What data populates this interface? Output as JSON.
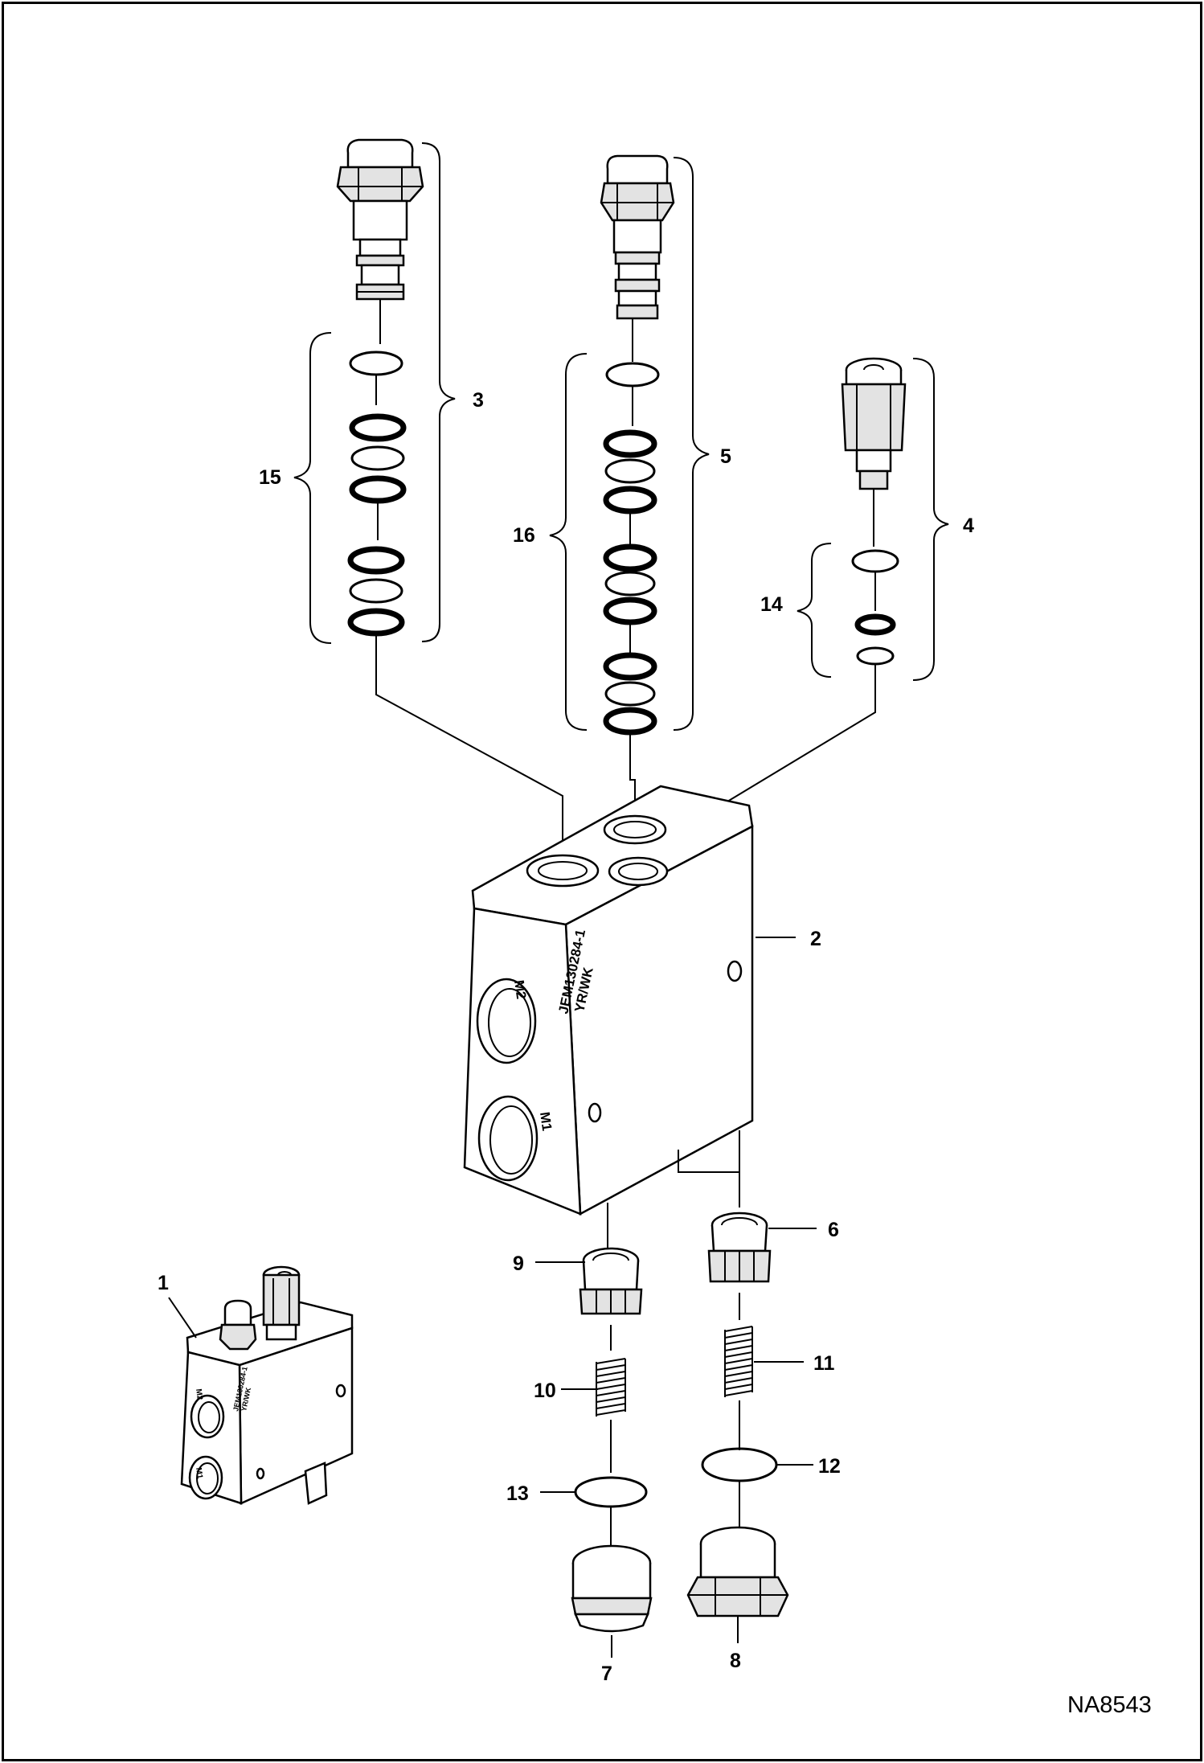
{
  "drawing_id": "NA8543",
  "block_markings": {
    "port_m1": "M1",
    "port_m2": "M2",
    "part_number": "JEM130284-1",
    "lot_code": "YR/WK"
  },
  "callouts": [
    {
      "id": "c1",
      "label": "1"
    },
    {
      "id": "c2",
      "label": "2"
    },
    {
      "id": "c3",
      "label": "3"
    },
    {
      "id": "c4",
      "label": "4"
    },
    {
      "id": "c5",
      "label": "5"
    },
    {
      "id": "c6",
      "label": "6"
    },
    {
      "id": "c7",
      "label": "7"
    },
    {
      "id": "c8",
      "label": "8"
    },
    {
      "id": "c9",
      "label": "9"
    },
    {
      "id": "c10",
      "label": "10"
    },
    {
      "id": "c11",
      "label": "11"
    },
    {
      "id": "c12",
      "label": "12"
    },
    {
      "id": "c13",
      "label": "13"
    },
    {
      "id": "c14",
      "label": "14"
    },
    {
      "id": "c15",
      "label": "15"
    },
    {
      "id": "c16",
      "label": "16"
    }
  ]
}
